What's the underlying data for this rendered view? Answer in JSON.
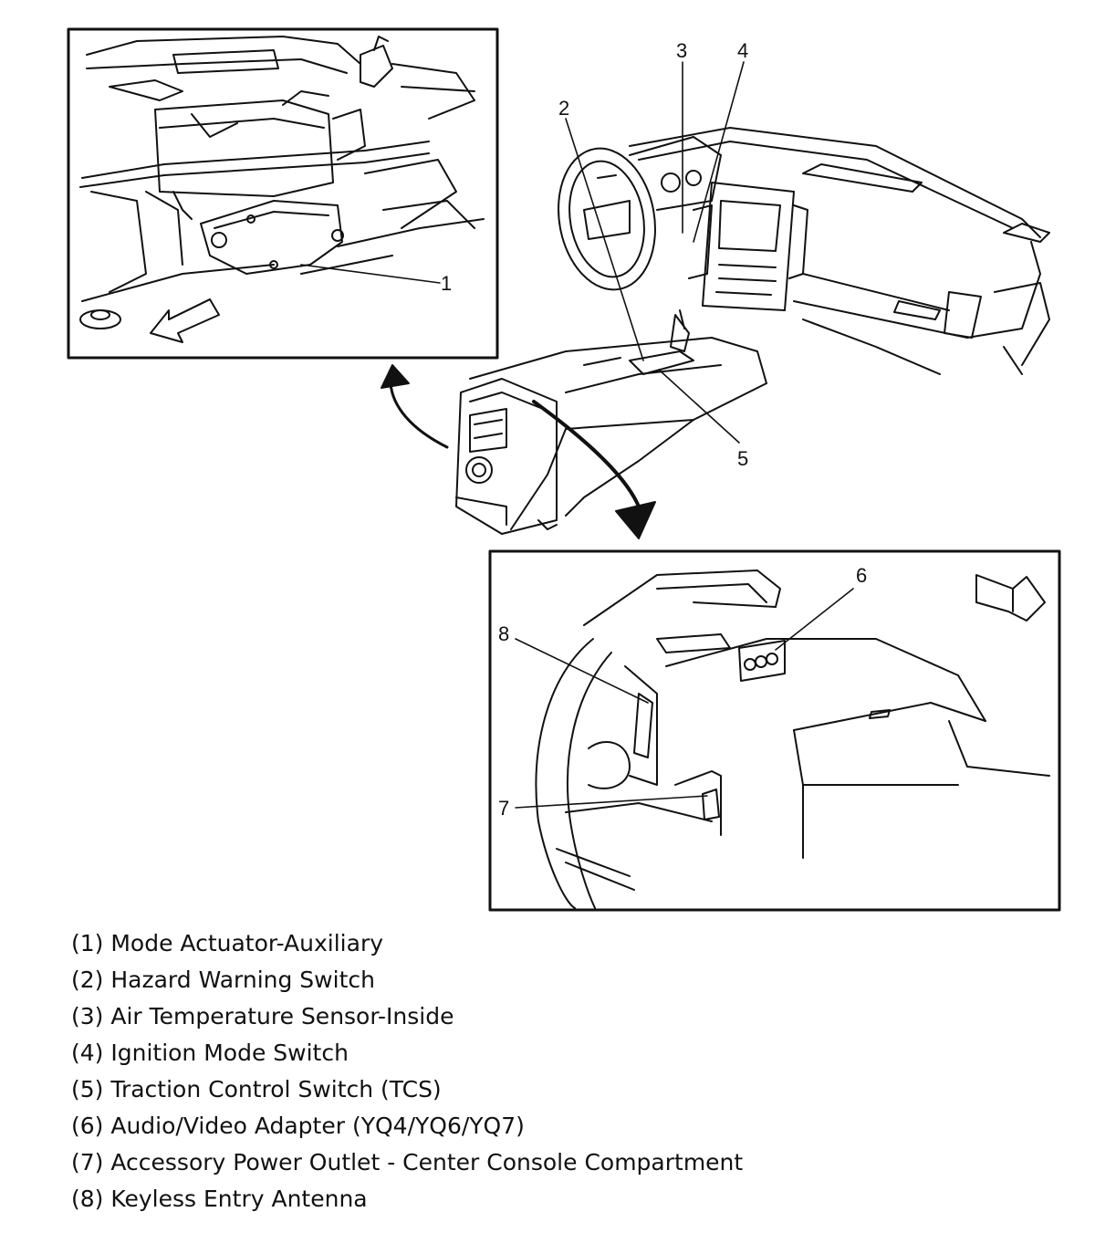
{
  "callouts": {
    "c1": "1",
    "c2": "2",
    "c3": "3",
    "c4": "4",
    "c5": "5",
    "c6": "6",
    "c7": "7",
    "c8": "8"
  },
  "legend": [
    "(1) Mode Actuator-Auxiliary",
    "(2) Hazard Warning Switch",
    "(3) Air Temperature Sensor-Inside",
    "(4) Ignition Mode Switch",
    "(5) Traction Control Switch (TCS)",
    "(6) Audio/Video Adapter (YQ4/YQ6/YQ7)",
    "(7) Accessory Power Outlet - Center Console Compartment",
    "(8) Keyless Entry Antenna"
  ],
  "colors": {
    "line": "#111111",
    "background": "#ffffff"
  }
}
